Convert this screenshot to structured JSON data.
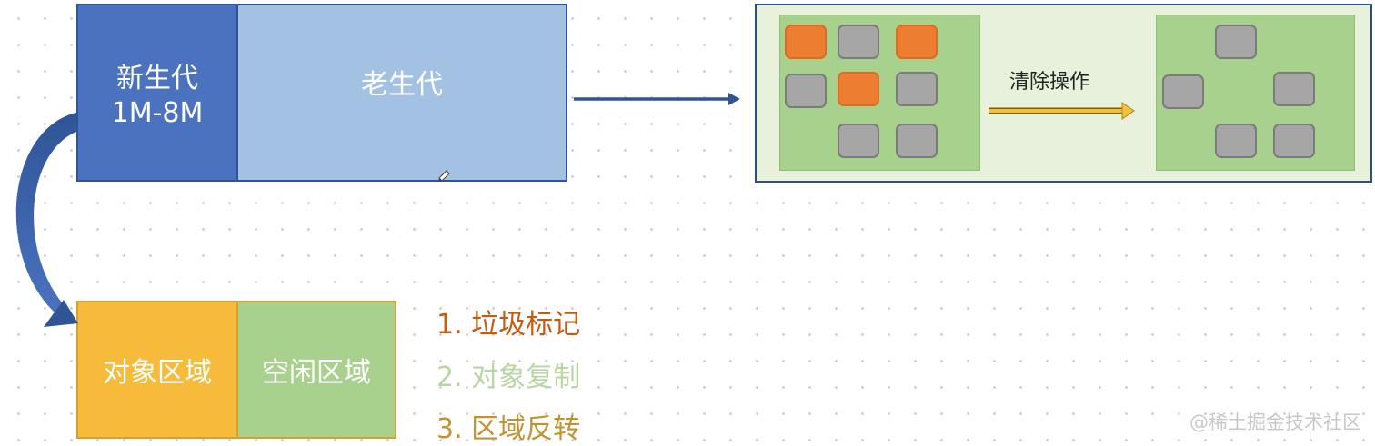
{
  "heap": {
    "young_title": "新生代",
    "young_size": "1M-8M",
    "old_title": "老生代"
  },
  "cleanup": {
    "label": "清除操作",
    "colors": {
      "live_object": "#ed7d31",
      "dead_object": "#a6a6a6"
    }
  },
  "semispace": {
    "object_area": "对象区域",
    "free_area": "空闲区域"
  },
  "steps": [
    "1.  垃圾标记",
    "2.  对象复制",
    "3.  区域反转"
  ],
  "watermark": "@稀土掘金技术社区"
}
